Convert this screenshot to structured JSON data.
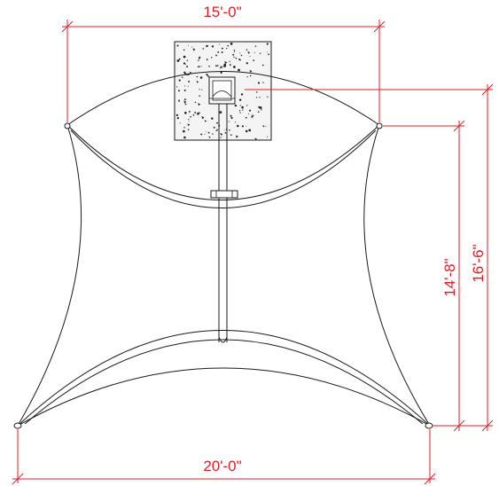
{
  "drawing": {
    "colors": {
      "dimension": "#e31e24",
      "linework": "#1a1a1a",
      "concrete_hatch": "#222222",
      "background": "#ffffff"
    },
    "dimensions": {
      "top_width": "15'-0\"",
      "bottom_width": "20'-0\"",
      "inner_height": "14'-8\"",
      "outer_height": "16'-6\""
    },
    "elements": {
      "footing": "concrete-footing",
      "column": "steel-column",
      "canopy": "tension-fabric-sail"
    }
  }
}
